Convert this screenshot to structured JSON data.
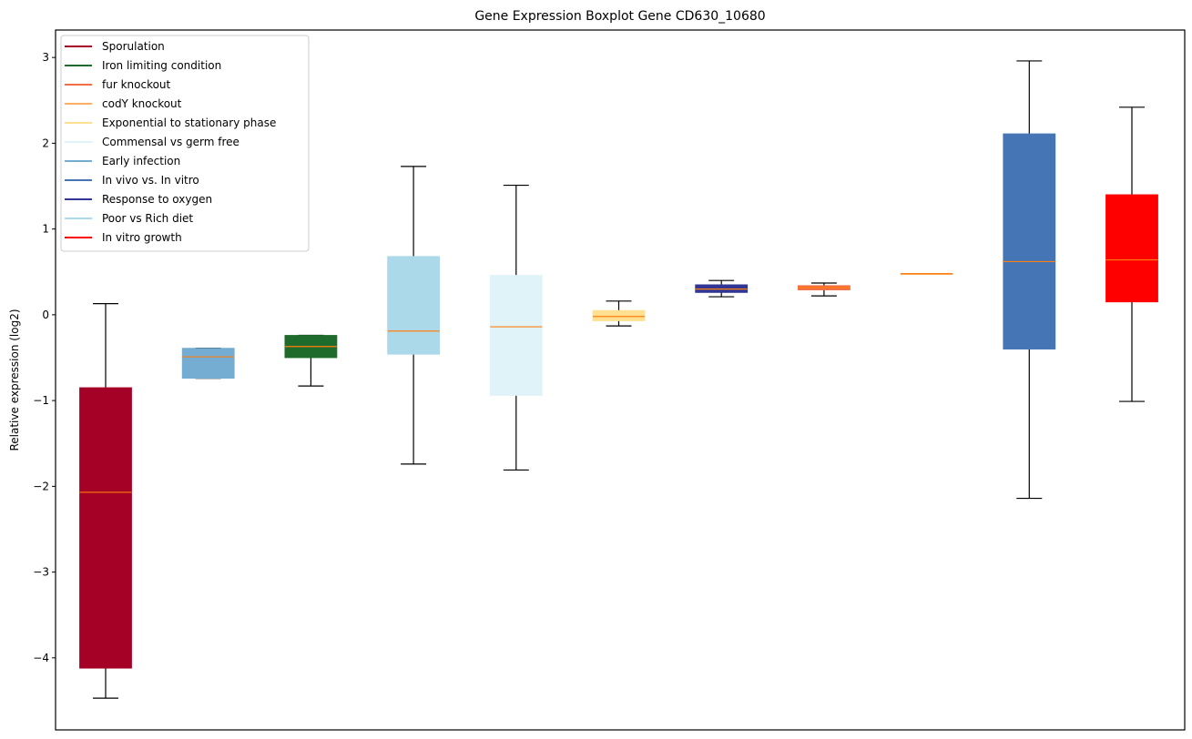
{
  "chart_data": {
    "type": "box",
    "title": "Gene Expression Boxplot Gene CD630_10680",
    "xlabel": "",
    "ylabel": "Relative expression (log2)",
    "ylim": [
      -4.84,
      3.32
    ],
    "yticks": [
      3,
      2,
      1,
      0,
      -1,
      -2,
      -3,
      -4
    ],
    "ytick_labels": [
      "3",
      "2",
      "1",
      "0",
      "−1",
      "−2",
      "−3",
      "−4"
    ],
    "grid": false,
    "legend_position": "top-left",
    "median_color": "#ff7f0e",
    "legend": [
      {
        "label": "Sporulation",
        "color": "#a50026"
      },
      {
        "label": "Iron limiting condition",
        "color": "#1e6b2b"
      },
      {
        "label": "fur knockout",
        "color": "#f46d43"
      },
      {
        "label": "codY knockout",
        "color": "#fdae61"
      },
      {
        "label": "Exponential to stationary phase",
        "color": "#fee090"
      },
      {
        "label": "Commensal vs germ free",
        "color": "#e0f3f8"
      },
      {
        "label": "Early infection",
        "color": "#74add1"
      },
      {
        "label": "In vivo vs. In vitro",
        "color": "#4575b4"
      },
      {
        "label": "Response to oxygen",
        "color": "#313695"
      },
      {
        "label": "Poor vs Rich diet",
        "color": "#abd9e9"
      },
      {
        "label": "In vitro growth",
        "color": "#ff0000"
      }
    ],
    "boxes": [
      {
        "group": "Sporulation",
        "color": "#a50026",
        "whisker_low": -4.47,
        "q1": -4.12,
        "median": -2.07,
        "q3": -0.85,
        "whisker_high": 0.13
      },
      {
        "group": "Early infection",
        "color": "#74add1",
        "whisker_low": -0.74,
        "q1": -0.74,
        "median": -0.49,
        "q3": -0.39,
        "whisker_high": -0.39
      },
      {
        "group": "Iron limiting condition",
        "color": "#1e6b2b",
        "whisker_low": -0.83,
        "q1": -0.5,
        "median": -0.37,
        "q3": -0.24,
        "whisker_high": -0.24
      },
      {
        "group": "Poor vs Rich diet",
        "color": "#abd9e9",
        "whisker_low": -1.74,
        "q1": -0.46,
        "median": -0.19,
        "q3": 0.68,
        "whisker_high": 1.73
      },
      {
        "group": "Commensal vs germ free",
        "color": "#e0f3f8",
        "whisker_low": -1.81,
        "q1": -0.94,
        "median": -0.14,
        "q3": 0.46,
        "whisker_high": 1.51
      },
      {
        "group": "Exponential to stationary phase",
        "color": "#fee090",
        "whisker_low": -0.13,
        "q1": -0.07,
        "median": -0.02,
        "q3": 0.05,
        "whisker_high": 0.16
      },
      {
        "group": "Response to oxygen",
        "color": "#313695",
        "whisker_low": 0.21,
        "q1": 0.26,
        "median": 0.3,
        "q3": 0.35,
        "whisker_high": 0.4
      },
      {
        "group": "fur knockout",
        "color": "#f46d43",
        "whisker_low": 0.22,
        "q1": 0.29,
        "median": 0.32,
        "q3": 0.34,
        "whisker_high": 0.37
      },
      {
        "group": "codY knockout",
        "color": "#fdae61",
        "whisker_low": 0.48,
        "q1": 0.48,
        "median": 0.48,
        "q3": 0.48,
        "whisker_high": 0.48
      },
      {
        "group": "In vivo vs. In vitro",
        "color": "#4575b4",
        "whisker_low": -2.14,
        "q1": -0.4,
        "median": 0.62,
        "q3": 2.11,
        "whisker_high": 2.96
      },
      {
        "group": "In vitro growth",
        "color": "#ff0000",
        "whisker_low": -1.01,
        "q1": 0.15,
        "median": 0.64,
        "q3": 1.4,
        "whisker_high": 2.42
      }
    ]
  }
}
